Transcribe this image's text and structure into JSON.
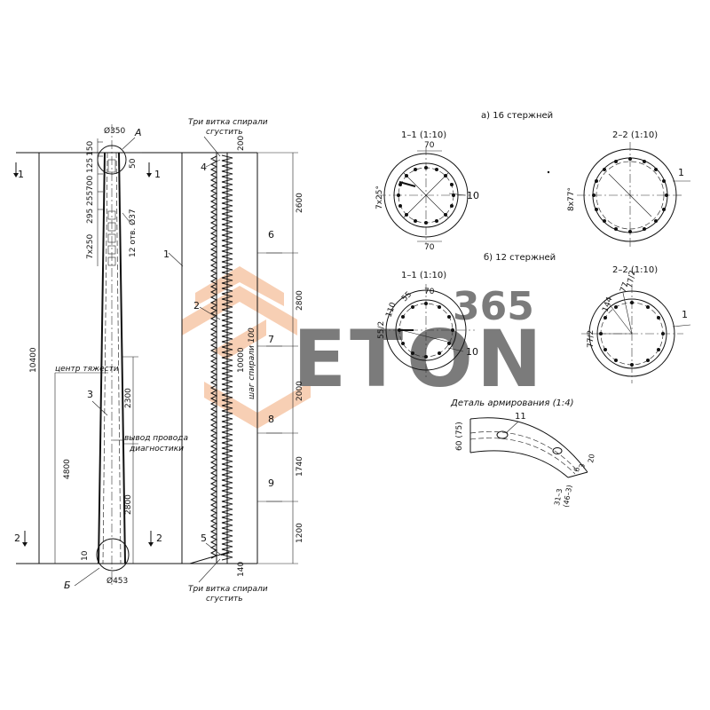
{
  "colors": {
    "ink": "#111111",
    "watermark_orange": "#f2a878",
    "watermark_gray": "#b8b8b8"
  },
  "watermark": {
    "number": "365",
    "brand": "ETON"
  },
  "elevation": {
    "top_diameter": "Ø350",
    "bottom_diameter": "Ø453",
    "node_a": "А",
    "node_b": "Б",
    "total_length": "10400",
    "lower_length": "4800",
    "mid_length_a": "2300",
    "mid_length_b": "2800",
    "bottom_offset": "10",
    "top_offset": "50",
    "top_dims": [
      "150",
      "125",
      "700",
      "255",
      "295"
    ],
    "hole_spacing": "7х250",
    "holes_note": "12 отв. Ø37",
    "gravity_center": "центр тяжести",
    "diagnostic_wire_1": "вывод провода",
    "diagnostic_wire_2": "диагностики",
    "section_1": "1",
    "section_2": "2",
    "leader_1": "1",
    "leader_3": "3"
  },
  "cage": {
    "top_note_1": "Три витка спирали",
    "top_note_2": "сгустить",
    "bottom_note_1": "Три витка спирали",
    "bottom_note_2": "сгустить",
    "top_dim": "200",
    "bottom_dim": "140",
    "mid_length": "10000",
    "spiral_pitch": "шаг спирали 100",
    "leader_2": "2",
    "leader_4": "4",
    "leader_5": "5",
    "leader_6": "6",
    "leader_7": "7",
    "leader_8": "8",
    "leader_9": "9",
    "dims": [
      "2600",
      "2800",
      "2000",
      "1740",
      "1200"
    ]
  },
  "sections": {
    "variant_a": "а) 16 стержней",
    "variant_b": "б) 12 стержней",
    "sec11_a": "1–1 (1:10)",
    "sec22_a": "2–2 (1:10)",
    "sec11_b": "1–1 (1:10)",
    "sec22_b": "2–2 (1:10)",
    "a_top_dim": "70",
    "a_bottom_dim": "70",
    "a_angle": "7х25°",
    "a_leader": "10",
    "a2_angle": "8х77°",
    "a2_leader": "1",
    "b_dim_55": "55",
    "b_dim_70": "70",
    "b_dim_110": "110",
    "b_dim_552": "55/2",
    "b_leader": "10",
    "b2_dim_77": "77",
    "b2_dim_772": "77/2",
    "b2_dim_144": "144",
    "b2_dim_772b": "77/2",
    "b2_leader": "1"
  },
  "detail": {
    "title": "Деталь армирования (1:4)",
    "leader": "11",
    "height": "60 (75)",
    "dim_20": "20",
    "dim_3": "3",
    "dim_6": "6",
    "dim_tol": "31–3",
    "dim_tol2": "(46–3)"
  }
}
